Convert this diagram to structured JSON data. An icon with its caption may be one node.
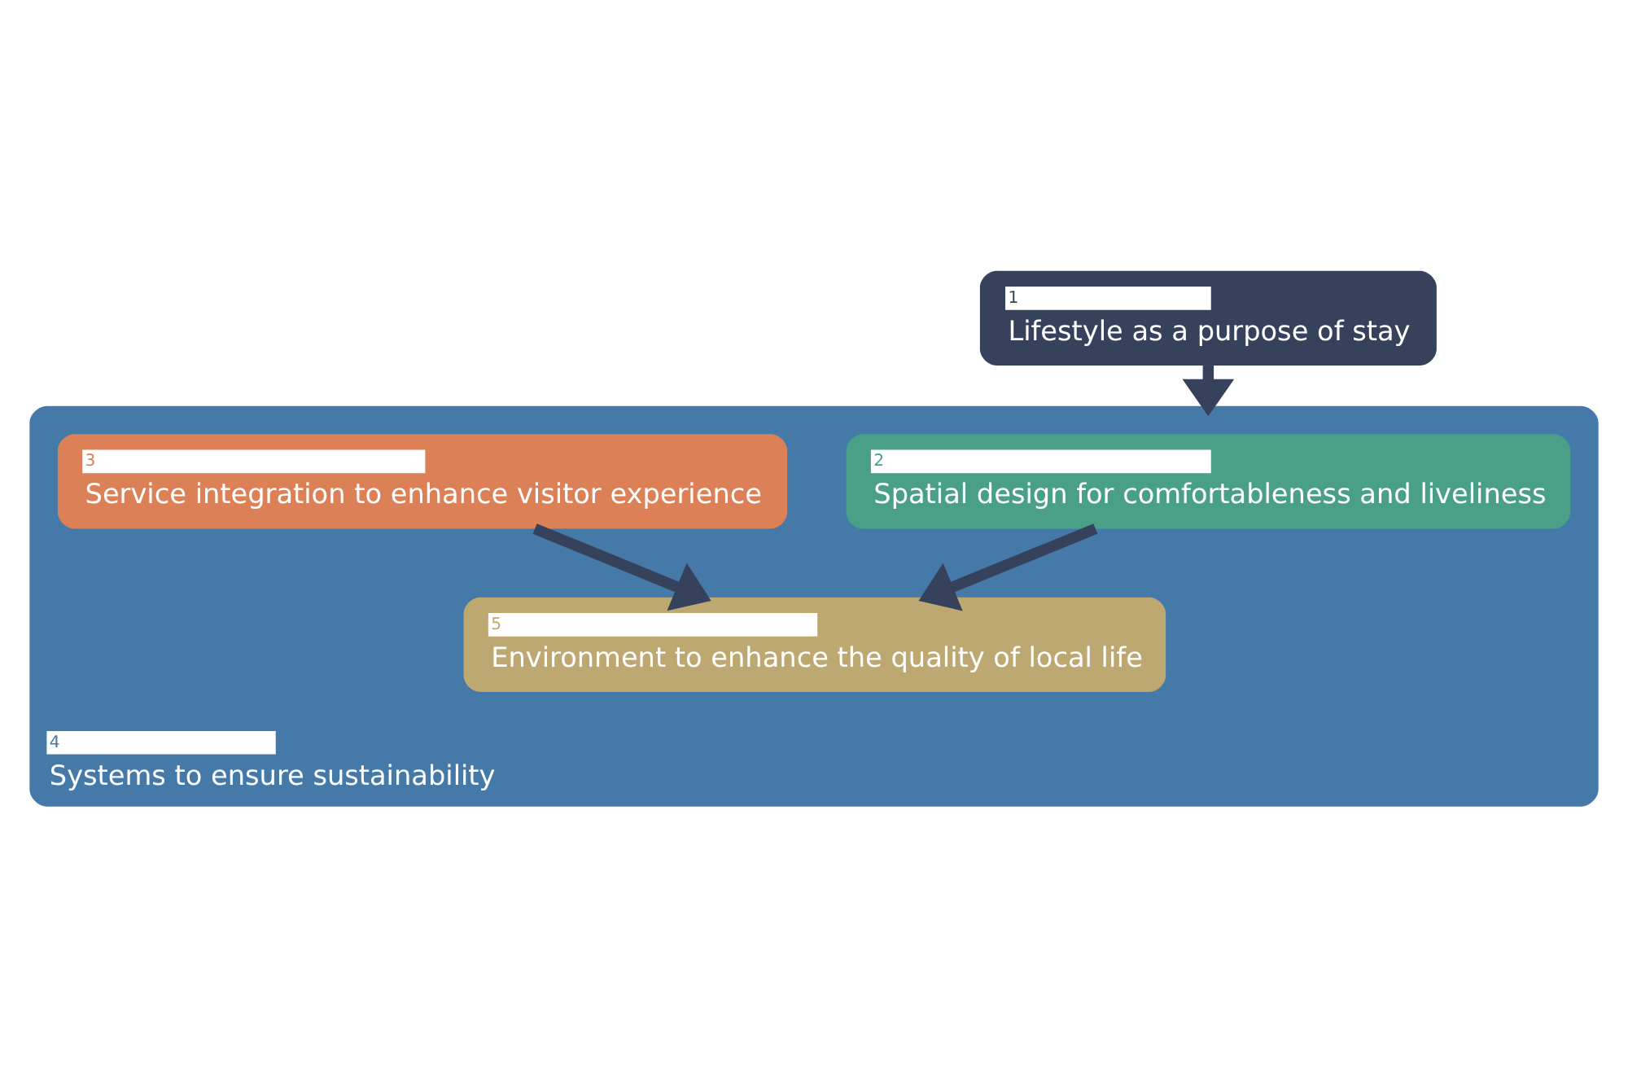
{
  "diagram": {
    "nodes": [
      {
        "text": [
          "1",
          "Lifestyle as a purpose of stay"
        ]
      },
      {
        "text": [
          "4",
          "Systems to ensure sustainability"
        ]
      },
      {
        "text": [
          "2",
          "Spatial design for comfortableness and liveliness"
        ],
        "in": 1
      },
      {
        "text": [
          "3",
          "Service integration to enhance visitor experience"
        ],
        "in": 1
      },
      {
        "text": [
          "5",
          "Environment to enhance the quality of local life"
        ],
        "in": 1
      }
    ],
    "edges": [
      {
        "from": 0,
        "to": 1,
        "arrow": "to"
      },
      {
        "from": 2,
        "to": 4,
        "arrow": "to"
      },
      {
        "from": 3,
        "to": 4,
        "arrow": "to"
      }
    ]
  }
}
